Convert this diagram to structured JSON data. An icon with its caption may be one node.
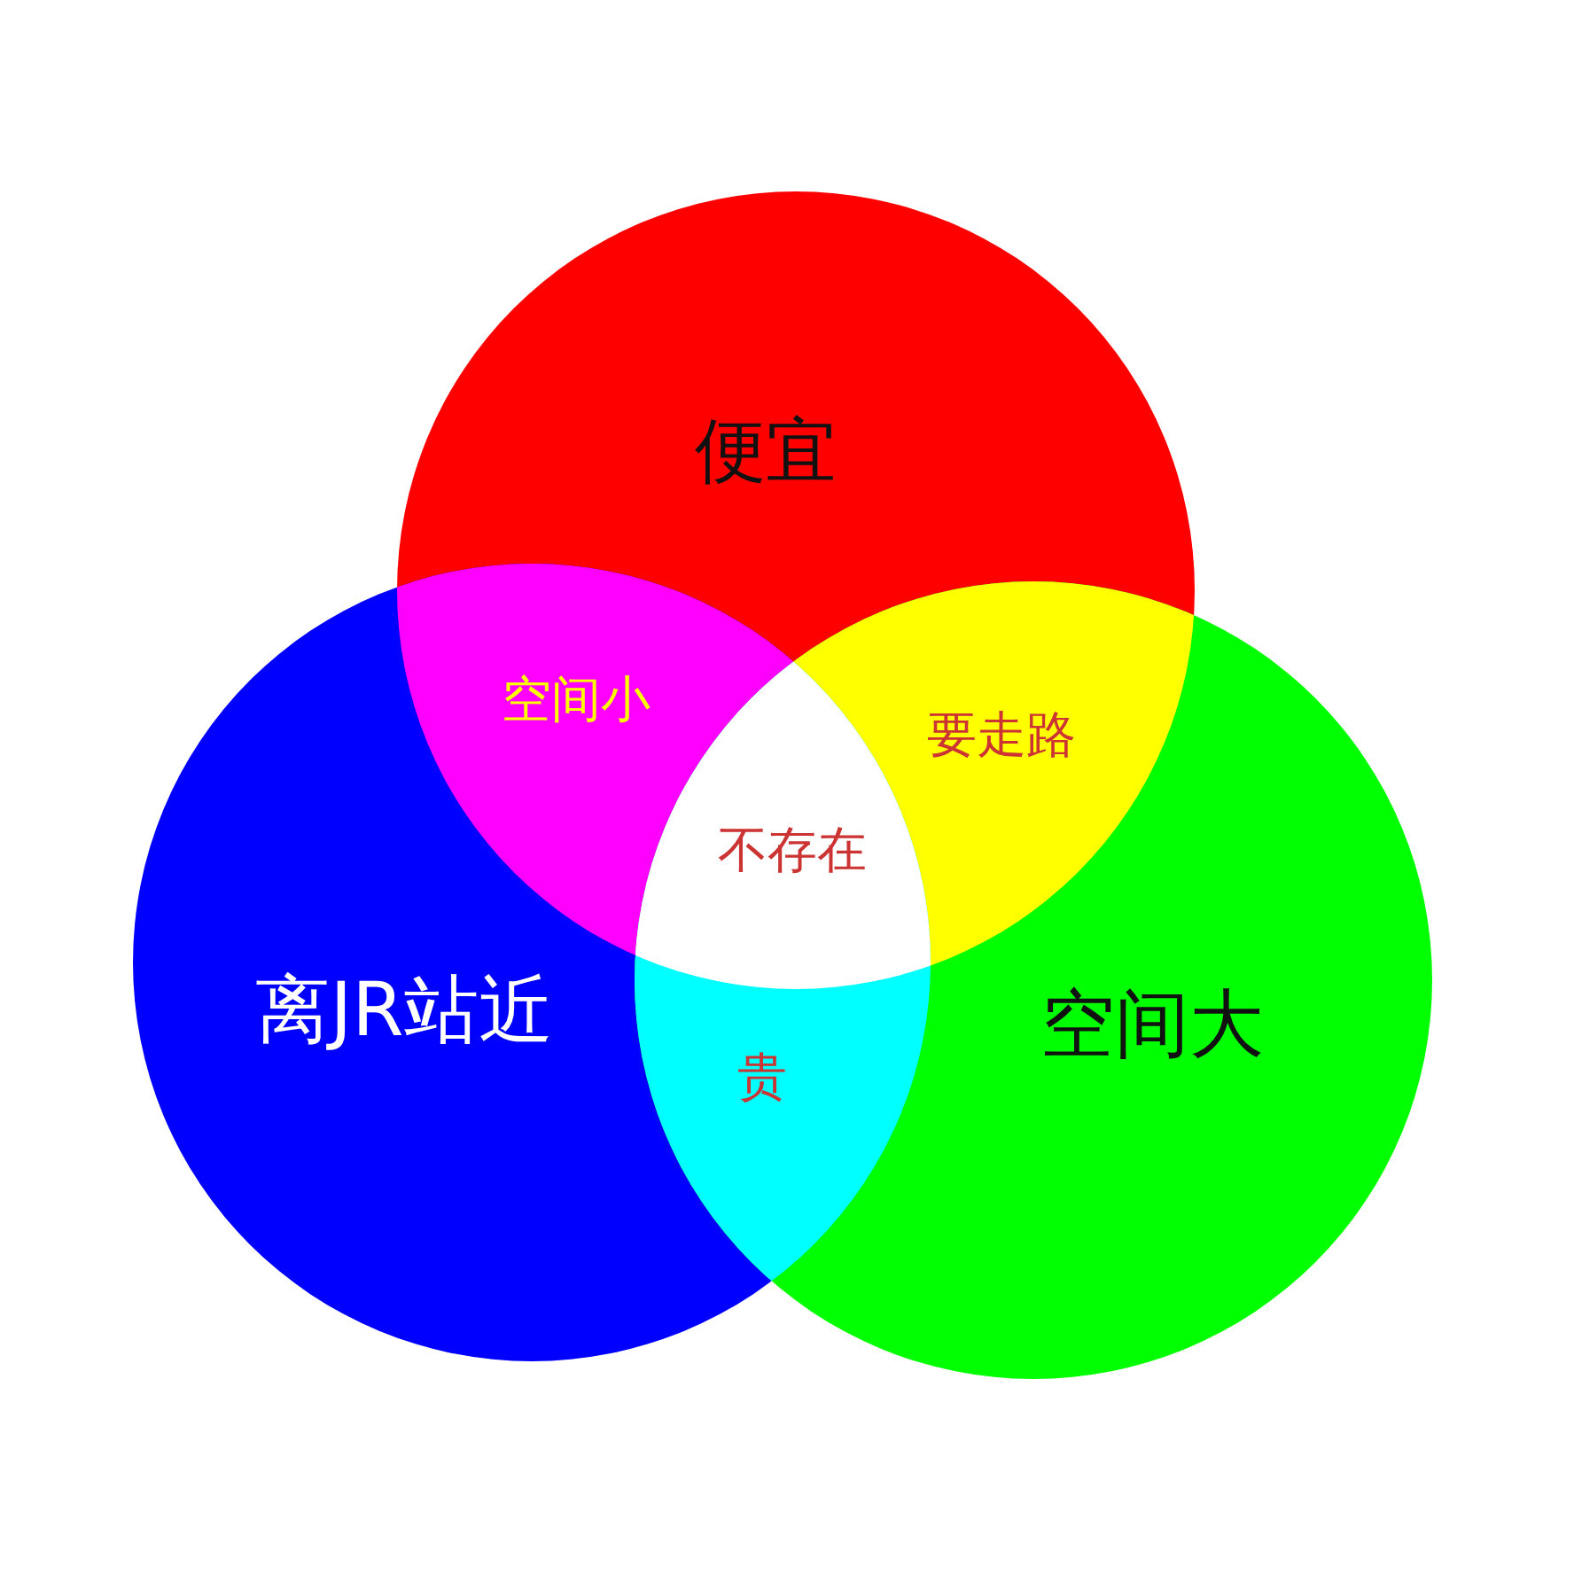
{
  "diagram": {
    "nodes": [
      {
        "text": [
          "便宜"
        ]
      },
      {
        "text": [
          "空间小"
        ]
      },
      {
        "text": [
          "要走路"
        ]
      },
      {
        "text": [
          "不存在"
        ]
      },
      {
        "text": [
          "离JR站近"
        ]
      },
      {
        "text": [
          "空间大"
        ]
      },
      {
        "text": [
          "贵"
        ]
      }
    ]
  }
}
